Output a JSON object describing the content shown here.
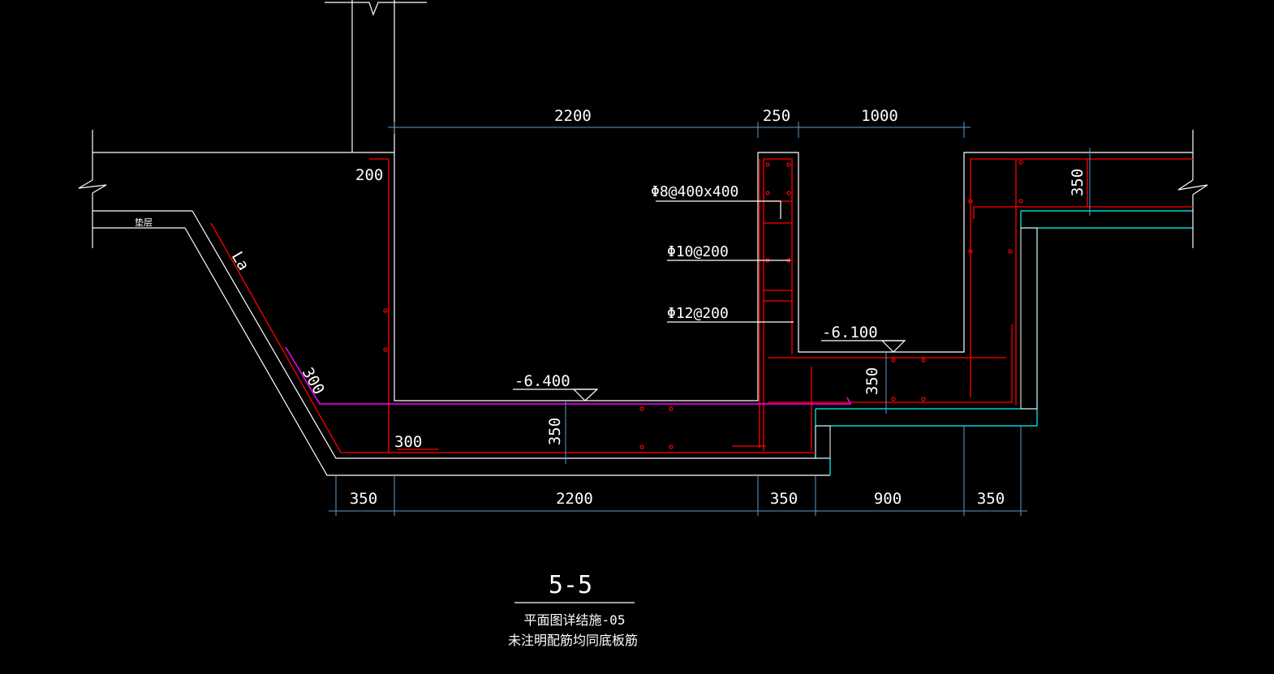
{
  "drawing": {
    "section_title": "5-5",
    "subtitle_line1": "平面图详结施-05",
    "subtitle_line2": "未注明配筋均同底板筋",
    "layer_label": "垫层",
    "anchorage_label": "La"
  },
  "dimensions": {
    "top": [
      "2200",
      "250",
      "1000"
    ],
    "bottom": [
      "350",
      "2200",
      "350",
      "900",
      "350"
    ],
    "slab_thickness_left": "350",
    "slab_thickness_right": "350",
    "top_right_thickness": "350",
    "wall_offset_label": "200",
    "slope_label": "300",
    "bottom_offset_label": "300"
  },
  "rebar_notes": {
    "note1": "Φ8@400x400",
    "note2": "Φ10@200",
    "note3": "Φ12@200"
  },
  "elevations": {
    "left_pit": "-6.400",
    "right_pit": "-6.100"
  },
  "colors": {
    "background": "#000000",
    "outline": "#ffffff",
    "cushion": "#00ffff",
    "rebar": "#ff0000",
    "magenta_bar": "#ff00ff",
    "dimension": "#5b9bd5"
  }
}
